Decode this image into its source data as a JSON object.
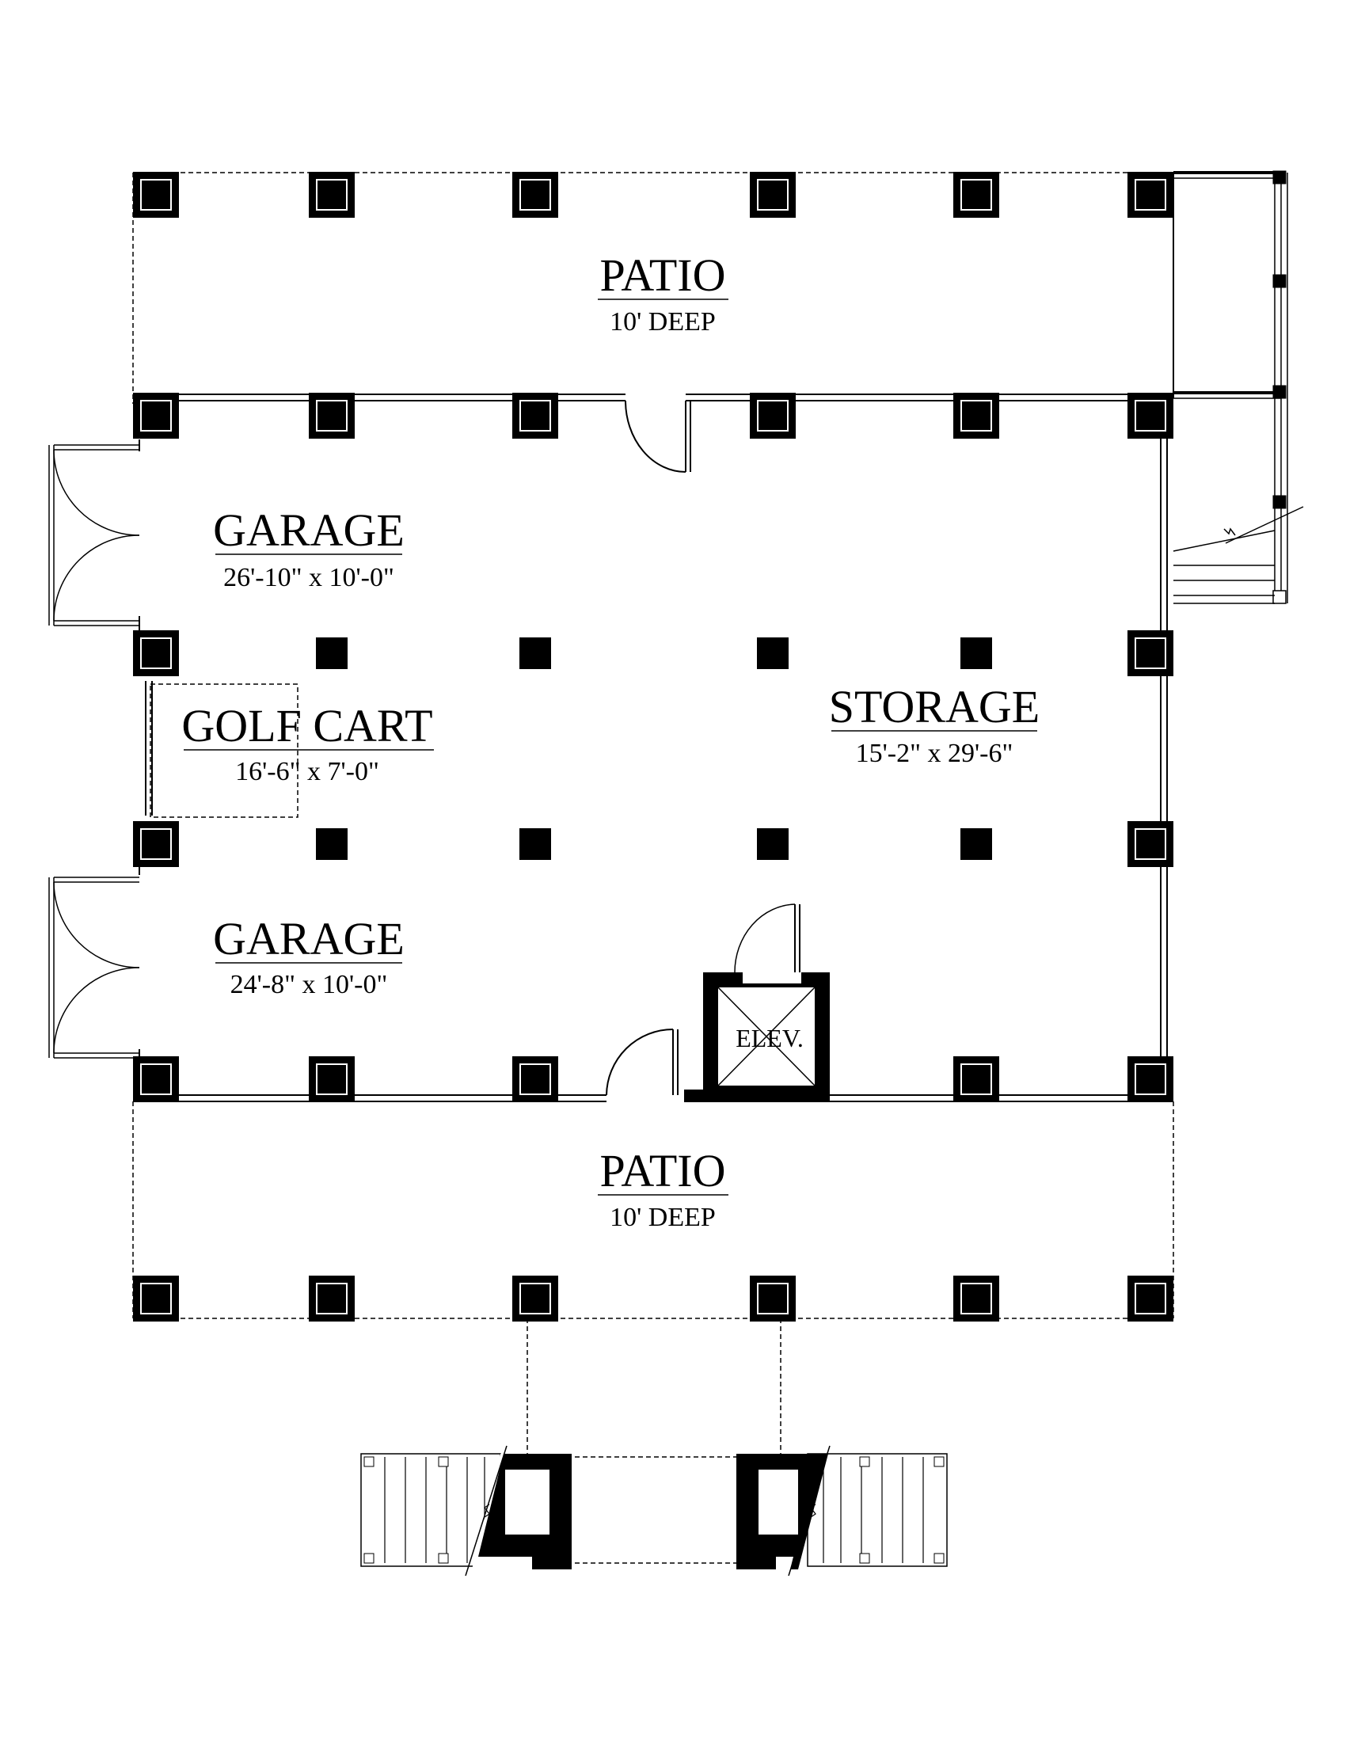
{
  "rooms": {
    "patio_top": {
      "name": "PATIO",
      "dim": "10' DEEP"
    },
    "garage_upper": {
      "name": "GARAGE",
      "dim": "26'-10\" x 10'-0\""
    },
    "golf_cart": {
      "name": "GOLF CART",
      "dim": "16'-6\" x 7'-0\""
    },
    "storage": {
      "name": "STORAGE",
      "dim": "15'-2\" x 29'-6\""
    },
    "garage_lower": {
      "name": "GARAGE",
      "dim": "24'-8\" x 10'-0\""
    },
    "elevator": {
      "name": "ELEV."
    },
    "patio_bottom": {
      "name": "PATIO",
      "dim": "10' DEEP"
    }
  }
}
